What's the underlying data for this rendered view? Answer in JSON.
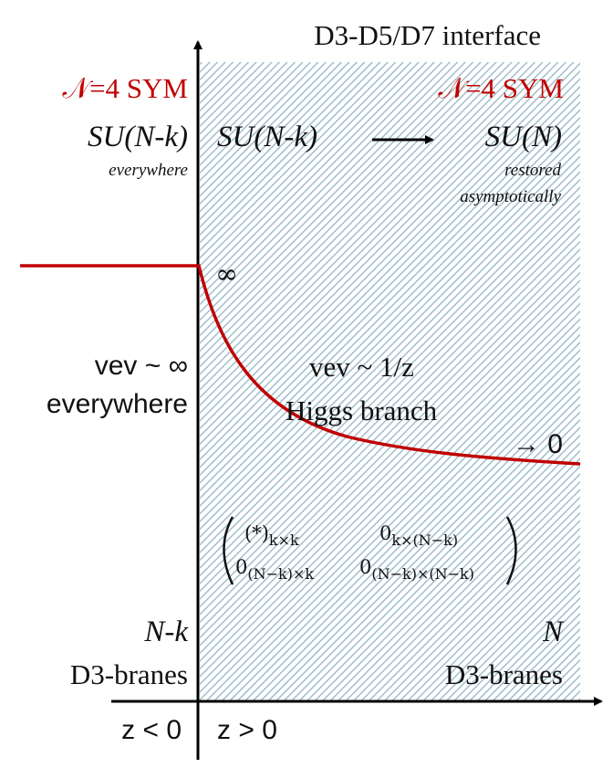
{
  "title": "D3-D5/D7 interface",
  "left": {
    "sym_label": "𝒩=4 SYM",
    "group": "SU(N-k)",
    "group_note": "everywhere",
    "vev_line1": "vev ~ ∞",
    "vev_line2": "everywhere",
    "brane_count": "N-k",
    "brane_label": "D3-branes",
    "axis_label": "z < 0"
  },
  "right": {
    "sym_label": "𝒩=4 SYM",
    "group_from": "SU(N-k)",
    "arrow": "⟶",
    "group_to": "SU(N)",
    "group_note_line1": "restored",
    "group_note_line2": "asymptotically",
    "infinity_label": "∞",
    "vev": "vev ~ 1/z",
    "branch": "Higgs branch",
    "limit": "→ 0",
    "brane_count": "N",
    "brane_label": "D3-branes",
    "axis_label": "z > 0"
  },
  "matrix": {
    "a11": "(*)",
    "a11_sub": "k×k",
    "a12": "0",
    "a12_sub": "k×(N−k)",
    "a21": "0",
    "a21_sub": "(N−k)×k",
    "a22": "0",
    "a22_sub": "(N−k)×(N−k)"
  },
  "colors": {
    "accent_red": "#c00000",
    "shade": "#bcd2da",
    "text": "#111111"
  }
}
